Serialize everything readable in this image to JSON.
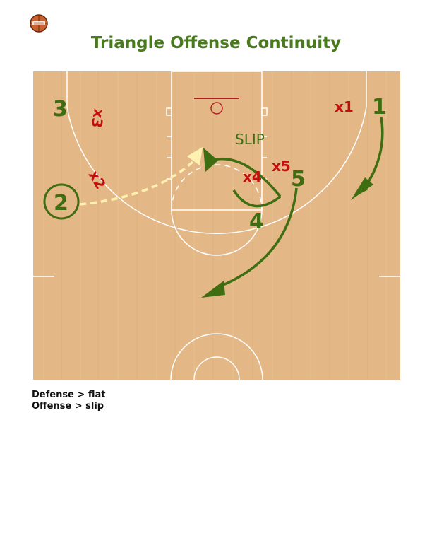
{
  "title": "Triangle Offense Continuity",
  "logo": {
    "icon": "basketball-logo-icon",
    "color": "#c9622e"
  },
  "diagram": {
    "court_color": "#e3b886",
    "offense_color": "#3f6d12",
    "defense_color": "#c40f0f",
    "pass_color": "#fff2b0",
    "offense_players": [
      {
        "id": "o1",
        "label": "1"
      },
      {
        "id": "o2",
        "label": "2"
      },
      {
        "id": "o3",
        "label": "3"
      },
      {
        "id": "o4",
        "label": "4"
      },
      {
        "id": "o5",
        "label": "5"
      }
    ],
    "defense_players": [
      {
        "id": "x1",
        "label": "x1"
      },
      {
        "id": "x2",
        "label": "x2"
      },
      {
        "id": "x3",
        "label": "x3"
      },
      {
        "id": "x4",
        "label": "x4"
      },
      {
        "id": "x5",
        "label": "x5"
      }
    ],
    "action_label": "SLIP"
  },
  "captions": [
    "Defense > flat",
    "Offense > slip"
  ]
}
